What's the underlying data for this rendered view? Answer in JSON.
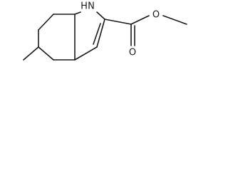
{
  "structure": {
    "atom_labels": {
      "n_h": "H",
      "n": "N",
      "carbonyl_o": "O",
      "ester_o": "O"
    }
  }
}
